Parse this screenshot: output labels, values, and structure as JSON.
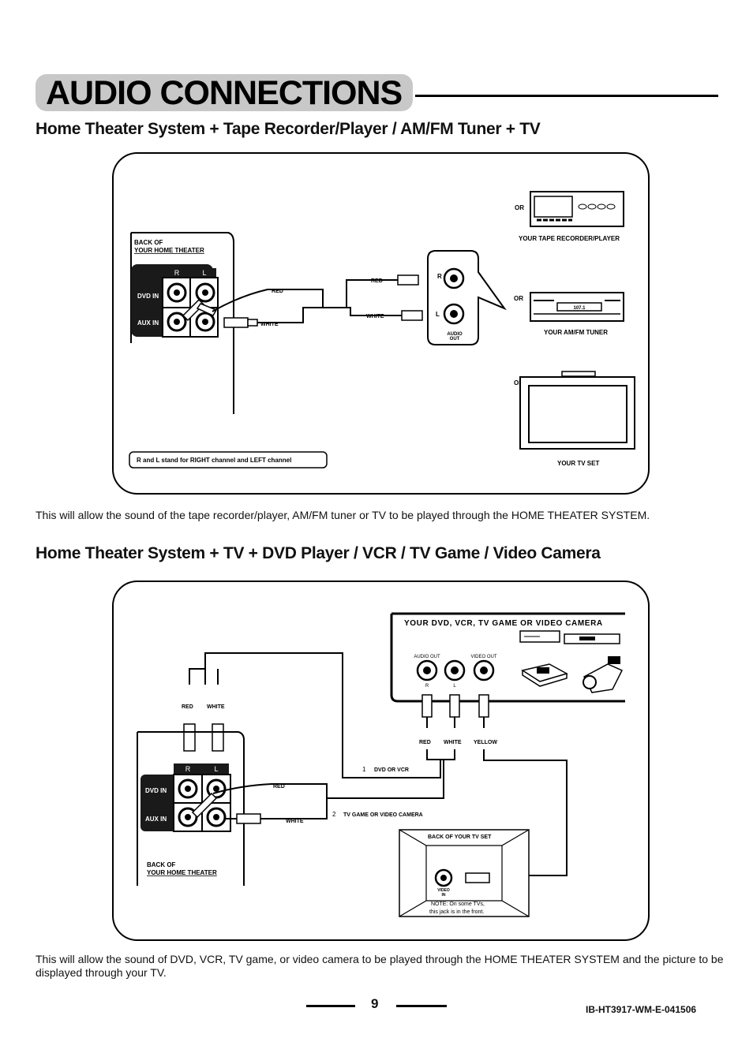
{
  "page_title": "AUDIO CONNECTIONS",
  "section1": {
    "heading": "Home Theater System + Tape Recorder/Player / AM/FM Tuner + TV",
    "back_label_1": "BACK OF",
    "back_label_2": "YOUR HOME THEATER",
    "r": "R",
    "l": "L",
    "dvd_in": "DVD IN",
    "aux_in": "AUX IN",
    "red": "RED",
    "white": "WHITE",
    "red2": "RED",
    "white2": "WHITE",
    "jack_r": "R",
    "jack_l": "L",
    "audio_out_1": "AUDIO",
    "audio_out_2": "OUT",
    "or1": "OR",
    "or2": "OR",
    "or3": "OR",
    "tape": "YOUR TAPE RECORDER/PLAYER",
    "tuner": "YOUR AM/FM TUNER",
    "tuner_display": "107.1",
    "tv": "YOUR TV SET",
    "note": "R and  L stand for RIGHT channel and LEFT channel",
    "description": "This will allow the sound of the tape recorder/player, AM/FM tuner or TV to be played through the HOME THEATER SYSTEM."
  },
  "section2": {
    "heading": "Home Theater System + TV + DVD Player / VCR / TV Game / Video Camera",
    "device_title": "YOUR DVD, VCR, TV GAME OR VIDEO CAMERA",
    "audio_out": "AUDIO OUT",
    "video_out": "VIDEO OUT",
    "r": "R",
    "l": "L",
    "red": "RED",
    "white": "WHITE",
    "yellow": "YELLOW",
    "top_red": "RED",
    "top_white": "WHITE",
    "panel_r": "R",
    "panel_l": "L",
    "dvd_in": "DVD IN",
    "aux_in": "AUX IN",
    "cable_red": "RED",
    "cable_white": "WHITE",
    "route1_num": "1",
    "route1": "DVD OR VCR",
    "route2_num": "2",
    "route2": "TV GAME OR VIDEO CAMERA",
    "back_label_1": "BACK OF",
    "back_label_2": "YOUR HOME THEATER",
    "tv_back": "BACK OF YOUR TV SET",
    "video_in_1": "VIDEO",
    "video_in_2": "IN",
    "tv_note_1": "NOTE: On some TVs,",
    "tv_note_2": "this jack is in the front.",
    "description": "This will allow the sound of DVD, VCR, TV game, or video camera to be  played through the HOME THEATER SYSTEM and the picture to be displayed through your TV."
  },
  "footer": {
    "page_number": "9",
    "doc_code": "IB-HT3917-WM-E-041506"
  }
}
